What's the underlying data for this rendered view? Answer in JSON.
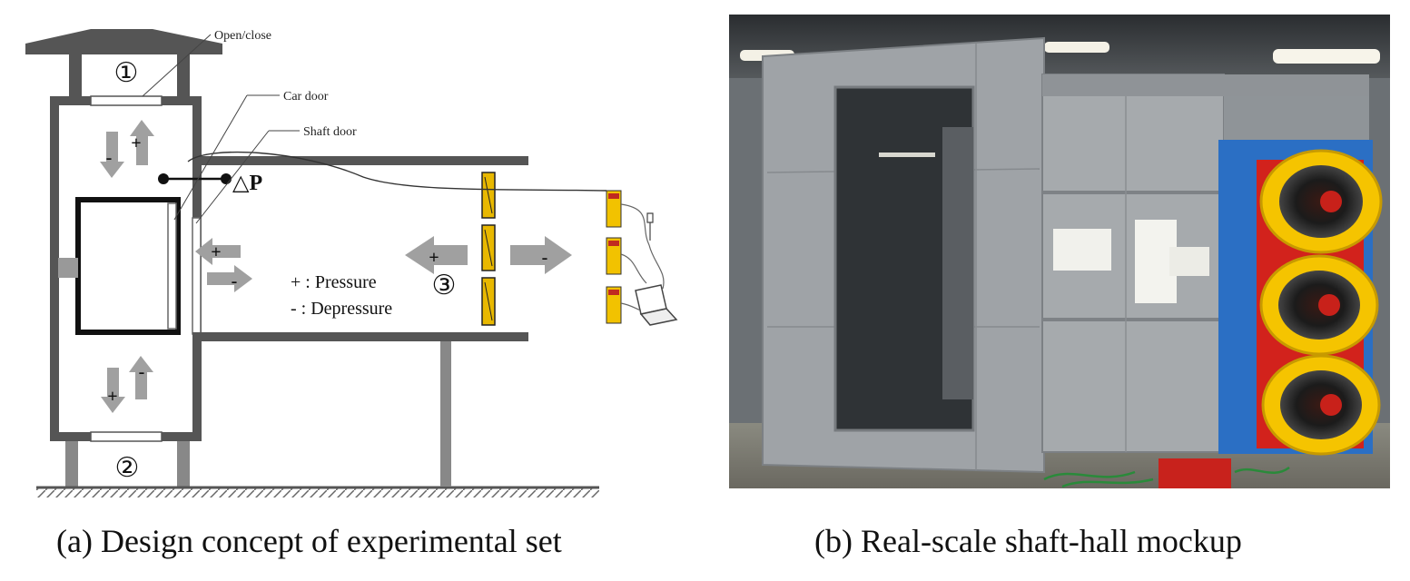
{
  "panel_a": {
    "caption": "(a) Design concept of experimental set",
    "labels": {
      "open_close": "Open/close",
      "car_door": "Car door",
      "shaft_door": "Shaft door",
      "delta_p": "△P",
      "pressure_legend": "+ : Pressure",
      "depressure_legend": "- : Depressure"
    },
    "markers": {
      "one": "①",
      "two": "②",
      "three": "③"
    },
    "signs": {
      "plus": "+",
      "minus": "-"
    }
  },
  "panel_b": {
    "caption": "(b) Real-scale shaft-hall mockup"
  },
  "colors": {
    "structure": "#555555",
    "arrow": "#a0a0a0",
    "fan_yellow": "#f5c400",
    "fan_frame_red": "#d2221c",
    "tarp_blue": "#2b6fc4",
    "panel_metal": "#a7abae"
  }
}
